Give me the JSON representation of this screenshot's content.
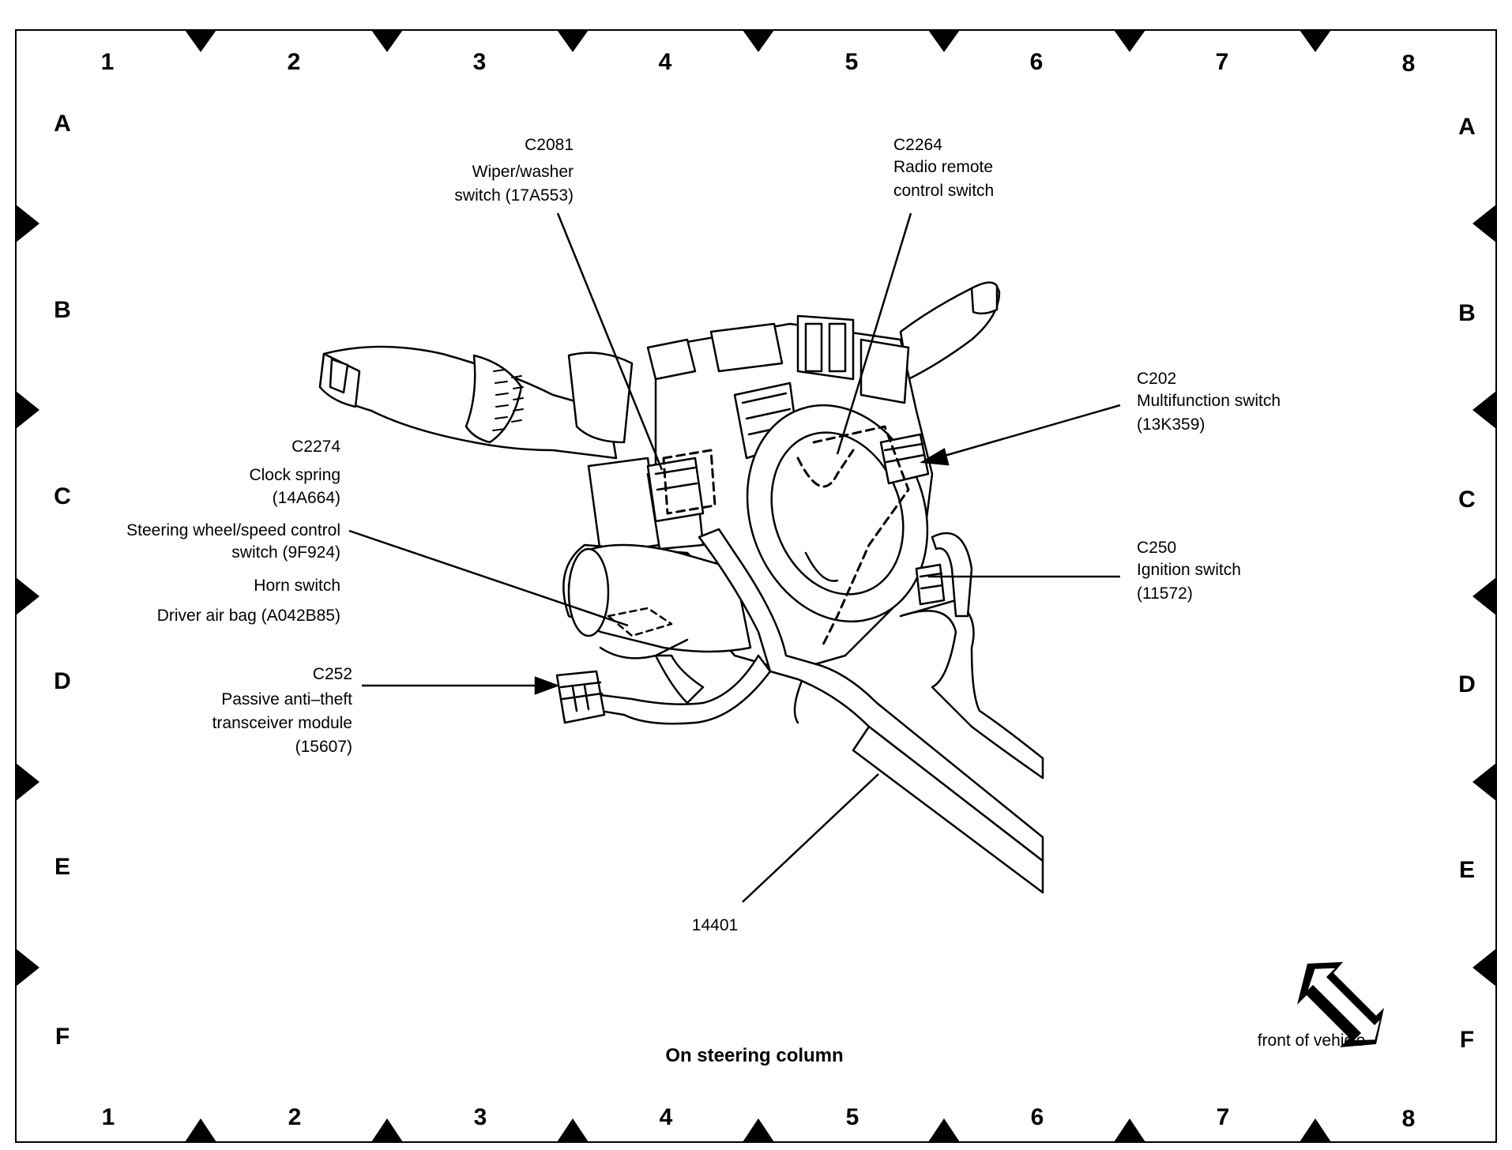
{
  "grid": {
    "columns": [
      "1",
      "2",
      "3",
      "4",
      "5",
      "6",
      "7",
      "8"
    ],
    "rows": [
      "A",
      "B",
      "C",
      "D",
      "E",
      "F"
    ]
  },
  "callouts": {
    "c2081": {
      "id": "C2081",
      "line1": "Wiper/washer",
      "line2": "switch (17A553)"
    },
    "c2264": {
      "id": "C2264",
      "line1": "Radio remote",
      "line2": "control switch"
    },
    "c202": {
      "id": "C202",
      "line1": "Multifunction switch",
      "line2": "(13K359)"
    },
    "c2274": {
      "id": "C2274",
      "line1": "Clock spring",
      "line2": "(14A664)"
    },
    "steering": {
      "line1": "Steering wheel/speed control",
      "line2": "switch (9F924)"
    },
    "horn": {
      "line1": "Horn switch"
    },
    "airbag": {
      "line1": "Driver air bag (A042B85)"
    },
    "c250": {
      "id": "C250",
      "line1": "Ignition switch",
      "line2": "(11572)"
    },
    "c252": {
      "id": "C252",
      "line1": "Passive anti–theft",
      "line2": "transceiver module",
      "line3": "(15607)"
    },
    "harness": {
      "id": "14401"
    }
  },
  "caption": "On steering column",
  "orientation_note": "front of vehicle",
  "icons": {
    "direction": "front-arrow-icon"
  },
  "colors": {
    "ink": "#000000",
    "paper": "#ffffff"
  }
}
